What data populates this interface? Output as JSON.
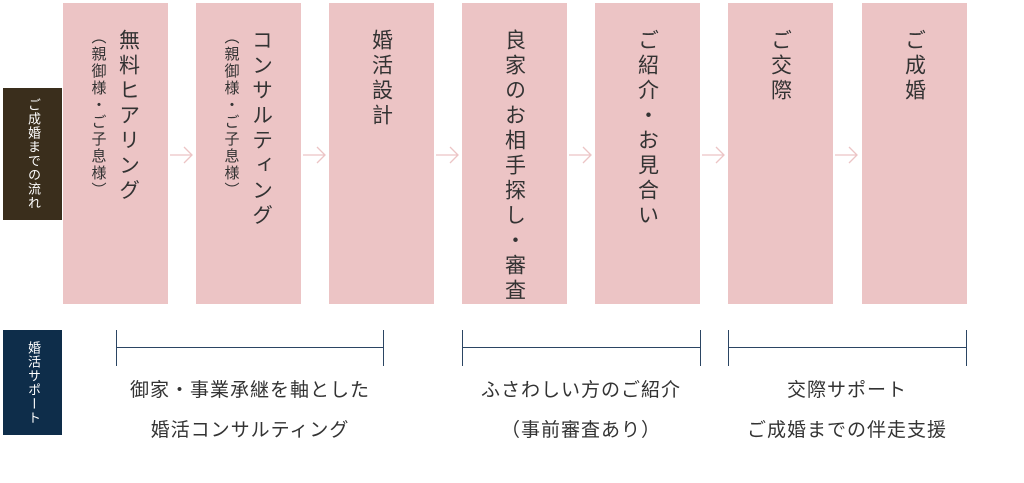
{
  "labels": {
    "flow": "ご成婚までの流れ",
    "support": "婚活サポート"
  },
  "steps": [
    {
      "main": "無料ヒアリング",
      "sub": "（親御様・ご子息様）"
    },
    {
      "main": "コンサルティング",
      "sub": "（親御様・ご子息様）"
    },
    {
      "main": "婚活設計",
      "sub": ""
    },
    {
      "main": "良家のお相手探し・審査",
      "sub": ""
    },
    {
      "main": "ご紹介・お見合い",
      "sub": ""
    },
    {
      "main": "ご交際",
      "sub": ""
    },
    {
      "main": "ご成婚",
      "sub": ""
    }
  ],
  "supports": [
    {
      "line1": "御家・事業承継を軸とした",
      "line2": "婚活コンサルティング"
    },
    {
      "line1": "ふさわしい方のご紹介",
      "line2": "（事前審査あり）"
    },
    {
      "line1": "交際サポート",
      "line2": "ご成婚までの伴走支援"
    }
  ],
  "colors": {
    "box": "#ecc4c5",
    "flow_label": "#3a2e1c",
    "support_label": "#0e2d4a",
    "arrow": "#ecc4c5"
  }
}
